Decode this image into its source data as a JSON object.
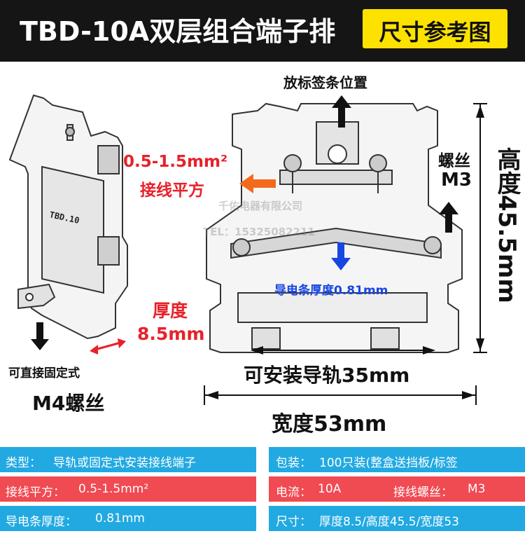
{
  "header": {
    "title": "TBD-10A双层组合端子排",
    "badge": "尺寸参考图"
  },
  "diagram": {
    "label_position": "放标签条位置",
    "wire_area_value": "0.5-1.5mm²",
    "wire_area_text": "接线平方",
    "screw_label": "螺丝",
    "screw_value": "M3",
    "height_label": "高度45.5mm",
    "strip_thickness": "导电条厚度0.81mm",
    "thickness_label": "厚度",
    "thickness_value": "8.5mm",
    "fix_note": "可直接固定式",
    "fix_screw": "M4螺丝",
    "rail_label": "可安装导轨35mm",
    "width_label": "宽度53mm",
    "side_mark": "TBD.10",
    "watermark_company": "千佑电器有限公司",
    "watermark_tel": "TEL：15325082211"
  },
  "specs": {
    "type_key": "类型：",
    "type_value": "导轨或固定式安装接线端子",
    "package_key": "包装：",
    "package_value": "100只装(整盒送挡板/标签",
    "wire_key": "接线平方：",
    "wire_value": "0.5-1.5mm²",
    "current_key": "电流：",
    "current_value": "10A",
    "screw_key": "接线螺丝：",
    "screw_value": "M3",
    "strip_key": "导电条厚度：",
    "strip_value": "0.81mm",
    "size_key": "尺寸：",
    "size_value": "厚度8.5/高度45.5/宽度53"
  },
  "colors": {
    "header_bg": "#151515",
    "badge_yellow": "#fde200",
    "label_red": "#e8212a",
    "label_blue": "#1846e0",
    "arrow_orange": "#f26b1d",
    "row_blue": "#22a9e1",
    "row_red": "#f04a52"
  }
}
